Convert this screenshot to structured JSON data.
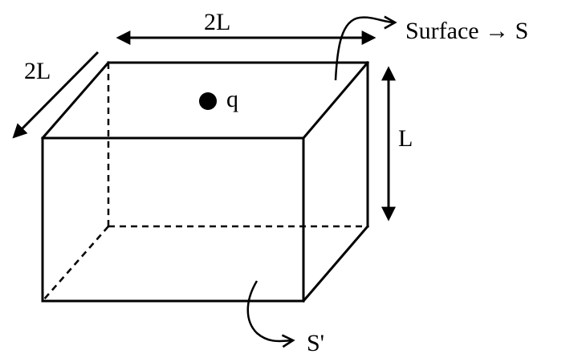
{
  "labels": {
    "width": "2L",
    "depth": "2L",
    "height": "L",
    "charge": "q",
    "surface": "Surface → S",
    "bottom_surface": "S'"
  }
}
